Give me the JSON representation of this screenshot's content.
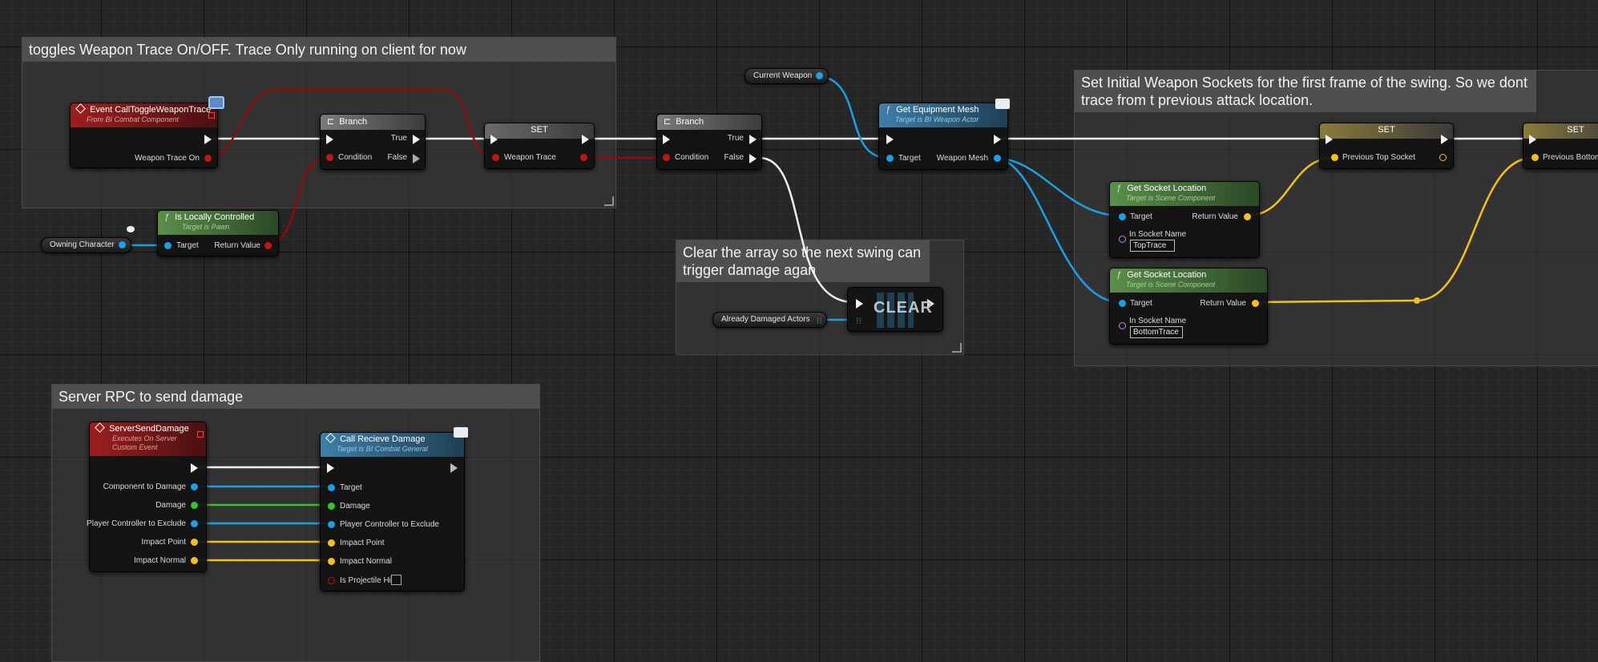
{
  "comments": {
    "toggle": "toggles Weapon Trace On/OFF. Trace Only running on client for now",
    "sockets": "Set Initial Weapon Sockets for the first frame of the swing. So we dont trace from t previous attack location.",
    "clear": "Clear the array so the next swing can trigger damage agan",
    "rpc": "Server RPC to send damage"
  },
  "nodes": {
    "event_toggle": {
      "title": "Event CallToggleWeaponTrace",
      "subtitle": "From BI Combat Component",
      "pin_weapon_trace_on": "Weapon Trace On"
    },
    "branch1": {
      "title": "Branch",
      "pin_condition": "Condition",
      "pin_true": "True",
      "pin_false": "False"
    },
    "set1": {
      "title": "SET",
      "pin_weapon_trace": "Weapon Trace"
    },
    "branch2": {
      "title": "Branch",
      "pin_condition": "Condition",
      "pin_true": "True",
      "pin_false": "False"
    },
    "is_locally_controlled": {
      "title": "Is Locally Controlled",
      "subtitle": "Target is Pawn",
      "pin_target": "Target",
      "pin_return": "Return Value"
    },
    "owning_character": {
      "label": "Owning Character"
    },
    "current_weapon": {
      "label": "Current Weapon"
    },
    "get_equipment_mesh": {
      "title": "Get Equipment Mesh",
      "subtitle": "Target is BI Weapon Actor",
      "pin_target": "Target",
      "pin_weapon_mesh": "Weapon Mesh"
    },
    "get_socket_top": {
      "title": "Get Socket Location",
      "subtitle": "Target is Scene Component",
      "pin_target": "Target",
      "pin_return": "Return Value",
      "pin_socket_name": "In Socket Name",
      "socket_value": "TopTrace"
    },
    "get_socket_bottom": {
      "title": "Get Socket Location",
      "subtitle": "Target is Scene Component",
      "pin_target": "Target",
      "pin_return": "Return Value",
      "pin_socket_name": "In Socket Name",
      "socket_value": "BottomTrace"
    },
    "set_top": {
      "title": "SET",
      "pin": "Previous Top Socket"
    },
    "set_bottom": {
      "title": "SET",
      "pin": "Previous Bottom"
    },
    "already_damaged": {
      "label": "Already Damaged Actors"
    },
    "clear": {
      "label": "CLEAR"
    },
    "server_send_damage": {
      "title": "ServerSendDamage",
      "subtitle1": "Executes On Server",
      "subtitle2": "Custom Event",
      "pins": [
        "Component to Damage",
        "Damage",
        "Player Controller to Exclude",
        "Impact Point",
        "Impact Normal"
      ]
    },
    "call_recieve_damage": {
      "title": "Call Recieve Damage",
      "subtitle": "Target is BI Combat General",
      "pins": [
        "Target",
        "Damage",
        "Player Controller to Exclude",
        "Impact Point",
        "Impact Normal",
        "Is Projectile Hit"
      ]
    }
  },
  "colors": {
    "exec": "#f0f0f0",
    "bool": "#8e0d0d",
    "object": "#1ba0e6",
    "float": "#35c42c",
    "vector": "#f5c01d",
    "name": "#c583e8"
  }
}
